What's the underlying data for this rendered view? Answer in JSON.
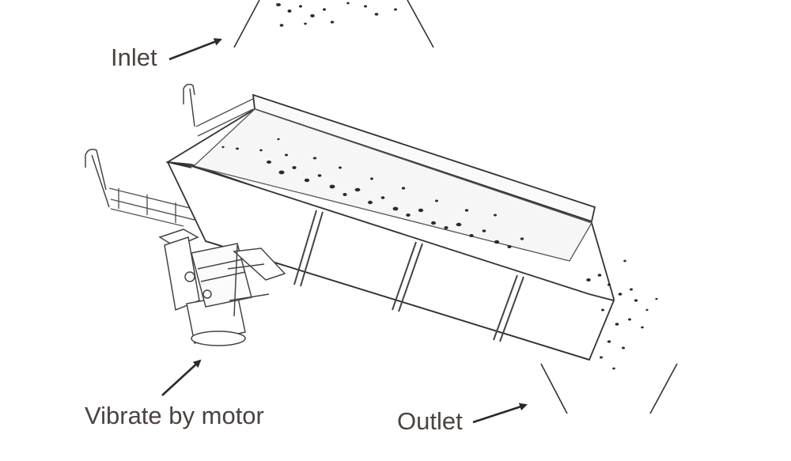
{
  "labels": {
    "inlet": "Inlet",
    "motor": "Vibrate by motor",
    "outlet": "Outlet"
  },
  "colors": {
    "sketch_line": "#3a3a3a",
    "label_text": "#4a4340",
    "particles": "#2b2b2b"
  }
}
